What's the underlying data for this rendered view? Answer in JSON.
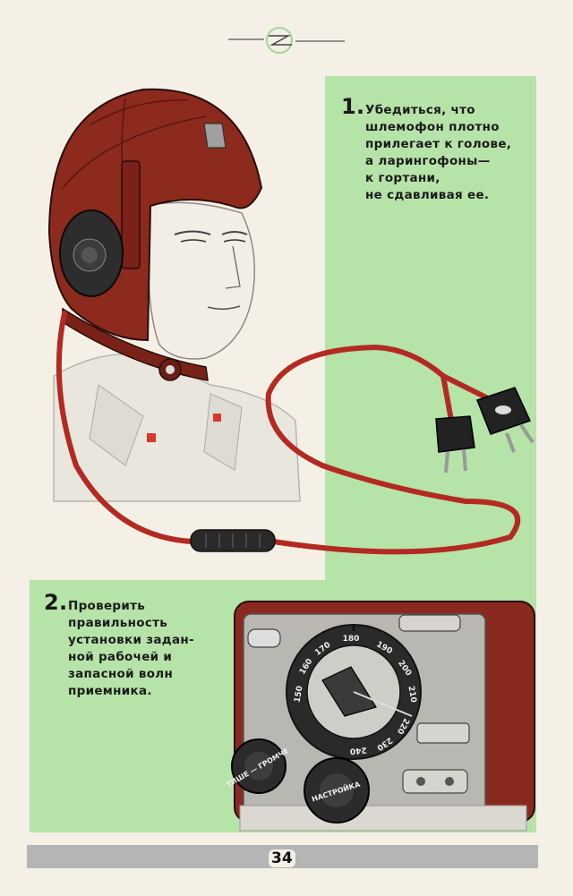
{
  "steps": [
    {
      "number": "1.",
      "lines": [
        "Убедиться, что",
        "шлемофон плотно",
        "прилегает к голове,",
        "а ларингофоны—",
        "к гортани,",
        "не сдавливая ее."
      ]
    },
    {
      "number": "2.",
      "lines": [
        "Проверить",
        "правильность",
        "установки задан-",
        "ной рабочей и",
        "запасной волн",
        "приемника."
      ]
    }
  ],
  "radio": {
    "dial_ticks": [
      "150",
      "160",
      "170",
      "180",
      "190",
      "200",
      "210",
      "220",
      "230",
      "240"
    ],
    "knob_left_label": "ТИШЕ — ГРОМЧЕ",
    "knob_right_label": "НАСТРОЙКА"
  },
  "page_number": "34",
  "colors": {
    "panel_green": "#b6e3a8",
    "helmet_red": "#8c2a1e",
    "cord_red": "#b32a22",
    "radio_case": "#8a2a1f",
    "radio_face": "#b9b7b2"
  }
}
